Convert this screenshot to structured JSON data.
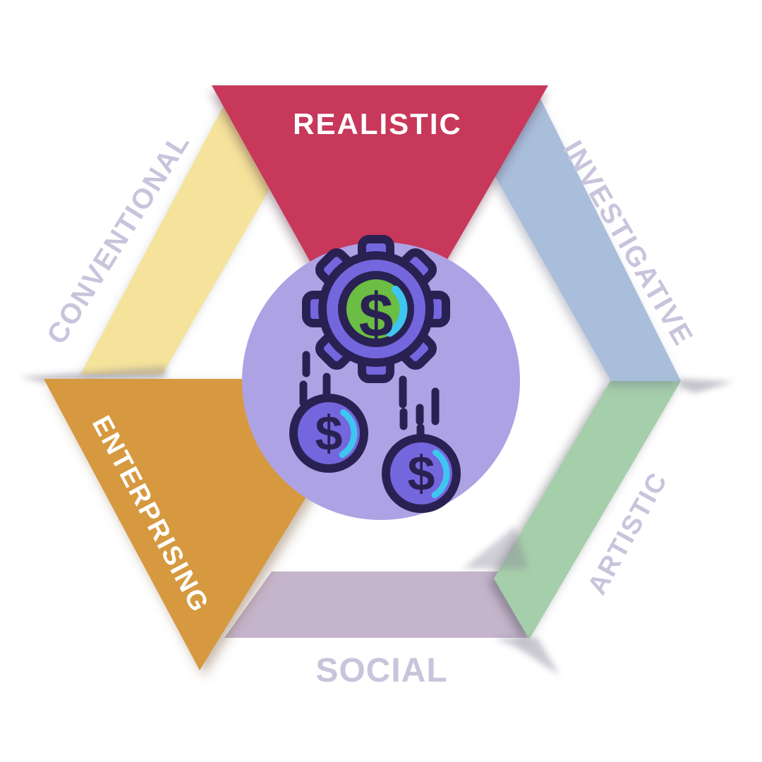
{
  "diagram": {
    "type": "riasec-hexagon",
    "background_color": "#FFFFFF",
    "segments": [
      {
        "key": "realistic",
        "label": "REALISTIC",
        "shape": "triangle-top",
        "shape_color": "#C7395A",
        "label_color": "#FFFFFF"
      },
      {
        "key": "investigative",
        "label": "INVESTIGATIVE",
        "shape": "band-upper-right",
        "shape_color": "#A9BEDB",
        "label_color": "#C8C4DC"
      },
      {
        "key": "artistic",
        "label": "ARTISTIC",
        "shape": "band-lower-right",
        "shape_color": "#A5CEAA",
        "label_color": "#C8C4DC"
      },
      {
        "key": "social",
        "label": "SOCIAL",
        "shape": "band-bottom",
        "shape_color": "#C5B5CC",
        "label_color": "#C8C4DC"
      },
      {
        "key": "enterprising",
        "label": "ENTERPRISING",
        "shape": "triangle-lower-left",
        "shape_color": "#D6993F",
        "label_color": "#FFFFFF"
      },
      {
        "key": "conventional",
        "label": "CONVENTIONAL",
        "shape": "band-upper-left",
        "shape_color": "#F5E39B",
        "label_color": "#C8C4DC"
      }
    ],
    "center_icon": {
      "name": "money-gear-with-falling-coins-icon",
      "glyph": "$",
      "colors": {
        "circle": "#ADA2E4",
        "fill_purple": "#7466DD",
        "outline_navy": "#2A2153",
        "gear_center_green": "#6CBD44",
        "accent_cyan": "#3EC6F1"
      }
    }
  }
}
